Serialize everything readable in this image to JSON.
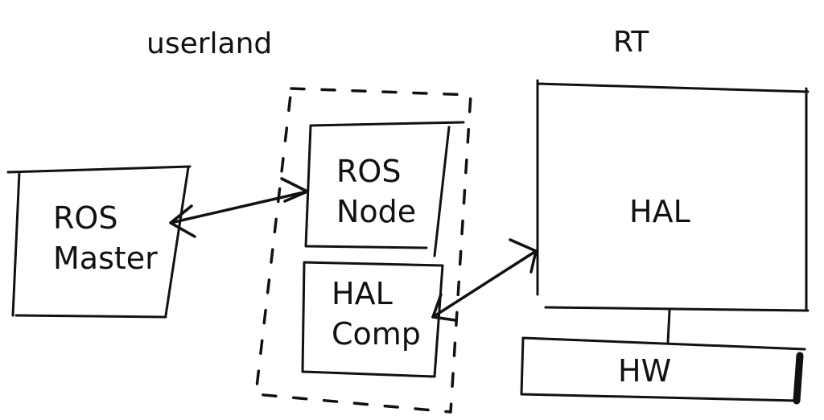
{
  "headings": {
    "userland": "userland",
    "rt": "RT"
  },
  "nodes": {
    "ros_master": {
      "line1": "ROS",
      "line2": "Master"
    },
    "ros_node": {
      "line1": "ROS",
      "line2": "Node"
    },
    "hal_comp": {
      "line1": "HAL",
      "line2": "Comp"
    },
    "hal": {
      "label": "HAL"
    },
    "hw": {
      "label": "HW"
    }
  },
  "colors": {
    "ink": "#111111",
    "background": "#ffffff"
  }
}
